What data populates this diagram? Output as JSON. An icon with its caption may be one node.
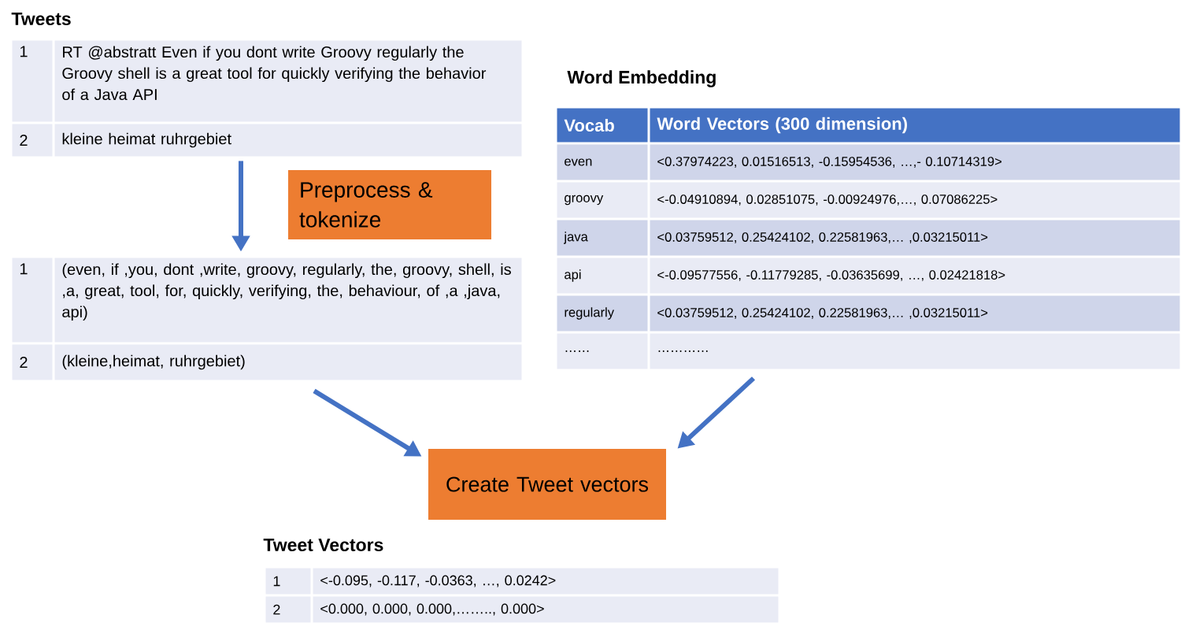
{
  "diagram": {
    "nodes": [
      {
        "text": [
          "Tweets",
          "1",
          "RT @abstratt Even if you dont write Groovy regularly the Groovy shell is a great tool for quickly verifying the behavior of a Java API",
          "2",
          "kleine heimat ruhrgebiet"
        ]
      },
      {
        "text": [
          "Preprocess & tokenize"
        ]
      },
      {
        "text": [
          "1",
          "(even, if ,you, dont ,write, groovy, regularly, the, groovy, shell, is ,a, great, tool, for, quickly, verifying, the, behaviour, of ,a ,java, api)",
          "2",
          "(kleine,heimat, ruhrgebiet)"
        ]
      },
      {
        "text": [
          "Word Embedding",
          "Vocab",
          "Word Vectors (300 dimension)",
          "even",
          "<0.37974223,  0.01516513, -0.15954536, …,- 0.10714319>",
          "groovy",
          "<-0.04910894,  0.02851075, -0.00924976,…, 0.07086225>",
          "java",
          "<0.03759512,  0.25424102, 0.22581963,… ,0.03215011>",
          "api",
          "<-0.09577556, -0.11779285, -0.03635699, …, 0.02421818>",
          "regularly",
          "<0.03759512,  0.25424102, 0.22581963,… ,0.03215011>",
          "……",
          "…………"
        ]
      },
      {
        "text": [
          "Create Tweet vectors"
        ]
      },
      {
        "text": [
          "Tweet Vectors",
          "1",
          "<-0.095, -0.117, -0.0363, …, 0.0242>",
          "2",
          "<0.000, 0.000, 0.000,…….., 0.000>"
        ]
      }
    ],
    "edges": [
      {
        "from": 0,
        "to": 2,
        "arrow": "to"
      },
      {
        "from": 2,
        "to": 4,
        "arrow": "to"
      },
      {
        "from": 3,
        "to": 4,
        "arrow": "to"
      }
    ]
  }
}
